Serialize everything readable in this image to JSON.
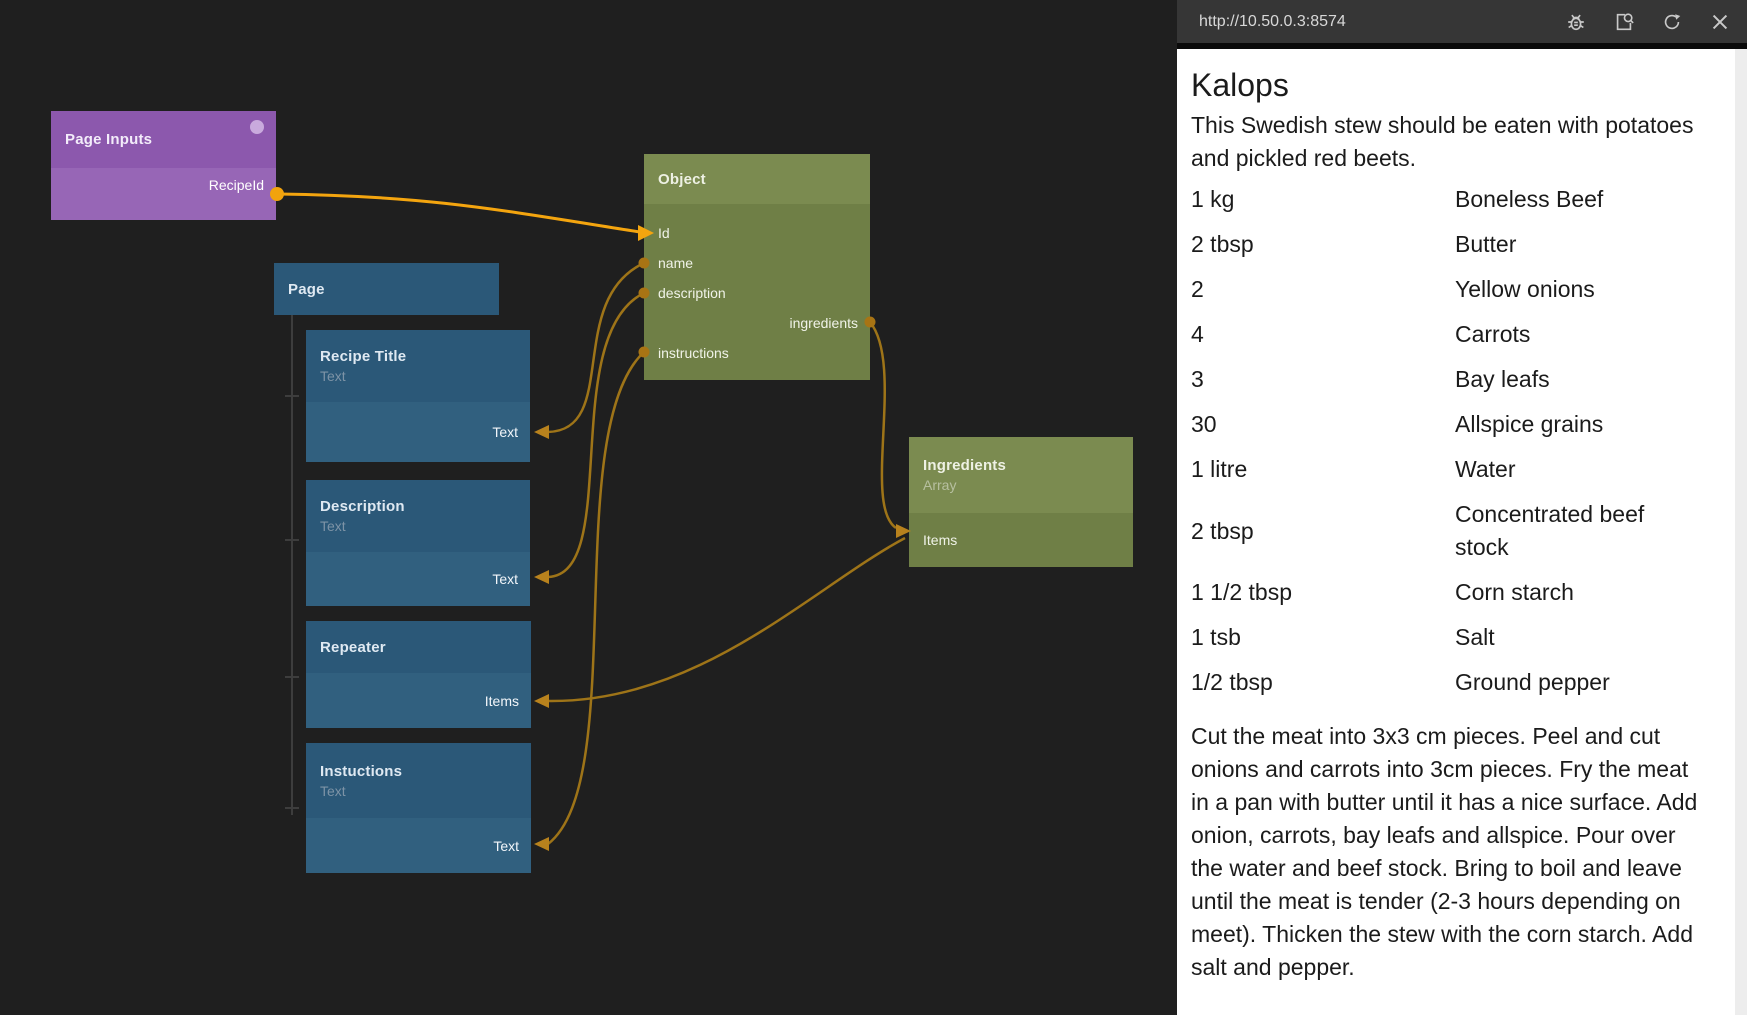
{
  "colors": {
    "canvas_bg": "#1f1f1f",
    "purple_header": "#8c58ad",
    "purple_body": "#9766b6",
    "blue_header": "#2b5878",
    "blue_body": "#31607f",
    "green_header": "#7b8b50",
    "green_body": "#6f7f46",
    "wire_orange": "#9e7418",
    "wire_active_orange": "#f4a50f",
    "panel_bar_bg": "#363636",
    "panel_bg": "#ffffff"
  },
  "canvas": {
    "page_inputs": {
      "title": "Page Inputs",
      "ports": {
        "recipe_id": "RecipeId"
      }
    },
    "page": {
      "title": "Page"
    },
    "recipe_title": {
      "title": "Recipe Title",
      "sub": "Text",
      "ports": {
        "text": "Text"
      }
    },
    "description": {
      "title": "Description",
      "sub": "Text",
      "ports": {
        "text": "Text"
      }
    },
    "repeater": {
      "title": "Repeater",
      "ports": {
        "items": "Items"
      }
    },
    "instuctions": {
      "title": "Instuctions",
      "sub": "Text",
      "ports": {
        "text": "Text"
      }
    },
    "object": {
      "title": "Object",
      "ports": {
        "id": "Id",
        "name": "name",
        "description": "description",
        "ingredients": "ingredients",
        "instructions": "instructions"
      }
    },
    "ingredients": {
      "title": "Ingredients",
      "sub": "Array",
      "ports": {
        "items": "Items"
      }
    }
  },
  "preview": {
    "url": "http://10.50.0.3:8574",
    "toolbar_icons": [
      "debug-bug-icon",
      "inspect-page-icon",
      "refresh-icon",
      "close-icon"
    ],
    "recipe": {
      "title": "Kalops",
      "description": "This Swedish stew should be eaten with potatoes and pickled red beets.",
      "ingredients": [
        {
          "amount": "1 kg",
          "name": "Boneless Beef"
        },
        {
          "amount": "2 tbsp",
          "name": "Butter"
        },
        {
          "amount": "2",
          "name": "Yellow onions"
        },
        {
          "amount": "4",
          "name": "Carrots"
        },
        {
          "amount": "3",
          "name": "Bay leafs"
        },
        {
          "amount": "30",
          "name": "Allspice grains"
        },
        {
          "amount": "1 litre",
          "name": "Water"
        },
        {
          "amount": "2 tbsp",
          "name": "Concentrated beef stock"
        },
        {
          "amount": "1 1/2 tbsp",
          "name": "Corn starch"
        },
        {
          "amount": "1 tsb",
          "name": "Salt"
        },
        {
          "amount": "1/2 tbsp",
          "name": "Ground pepper"
        }
      ],
      "instructions": "Cut the meat into 3x3 cm pieces. Peel and cut onions and carrots into 3cm pieces. Fry the meat in a pan with butter until it has a nice surface. Add onion, carrots, bay leafs and allspice. Pour over the water and beef stock. Bring to boil and leave until the meat is tender (2-3 hours depending on meet). Thicken the stew with the corn starch. Add salt and pepper."
    }
  }
}
